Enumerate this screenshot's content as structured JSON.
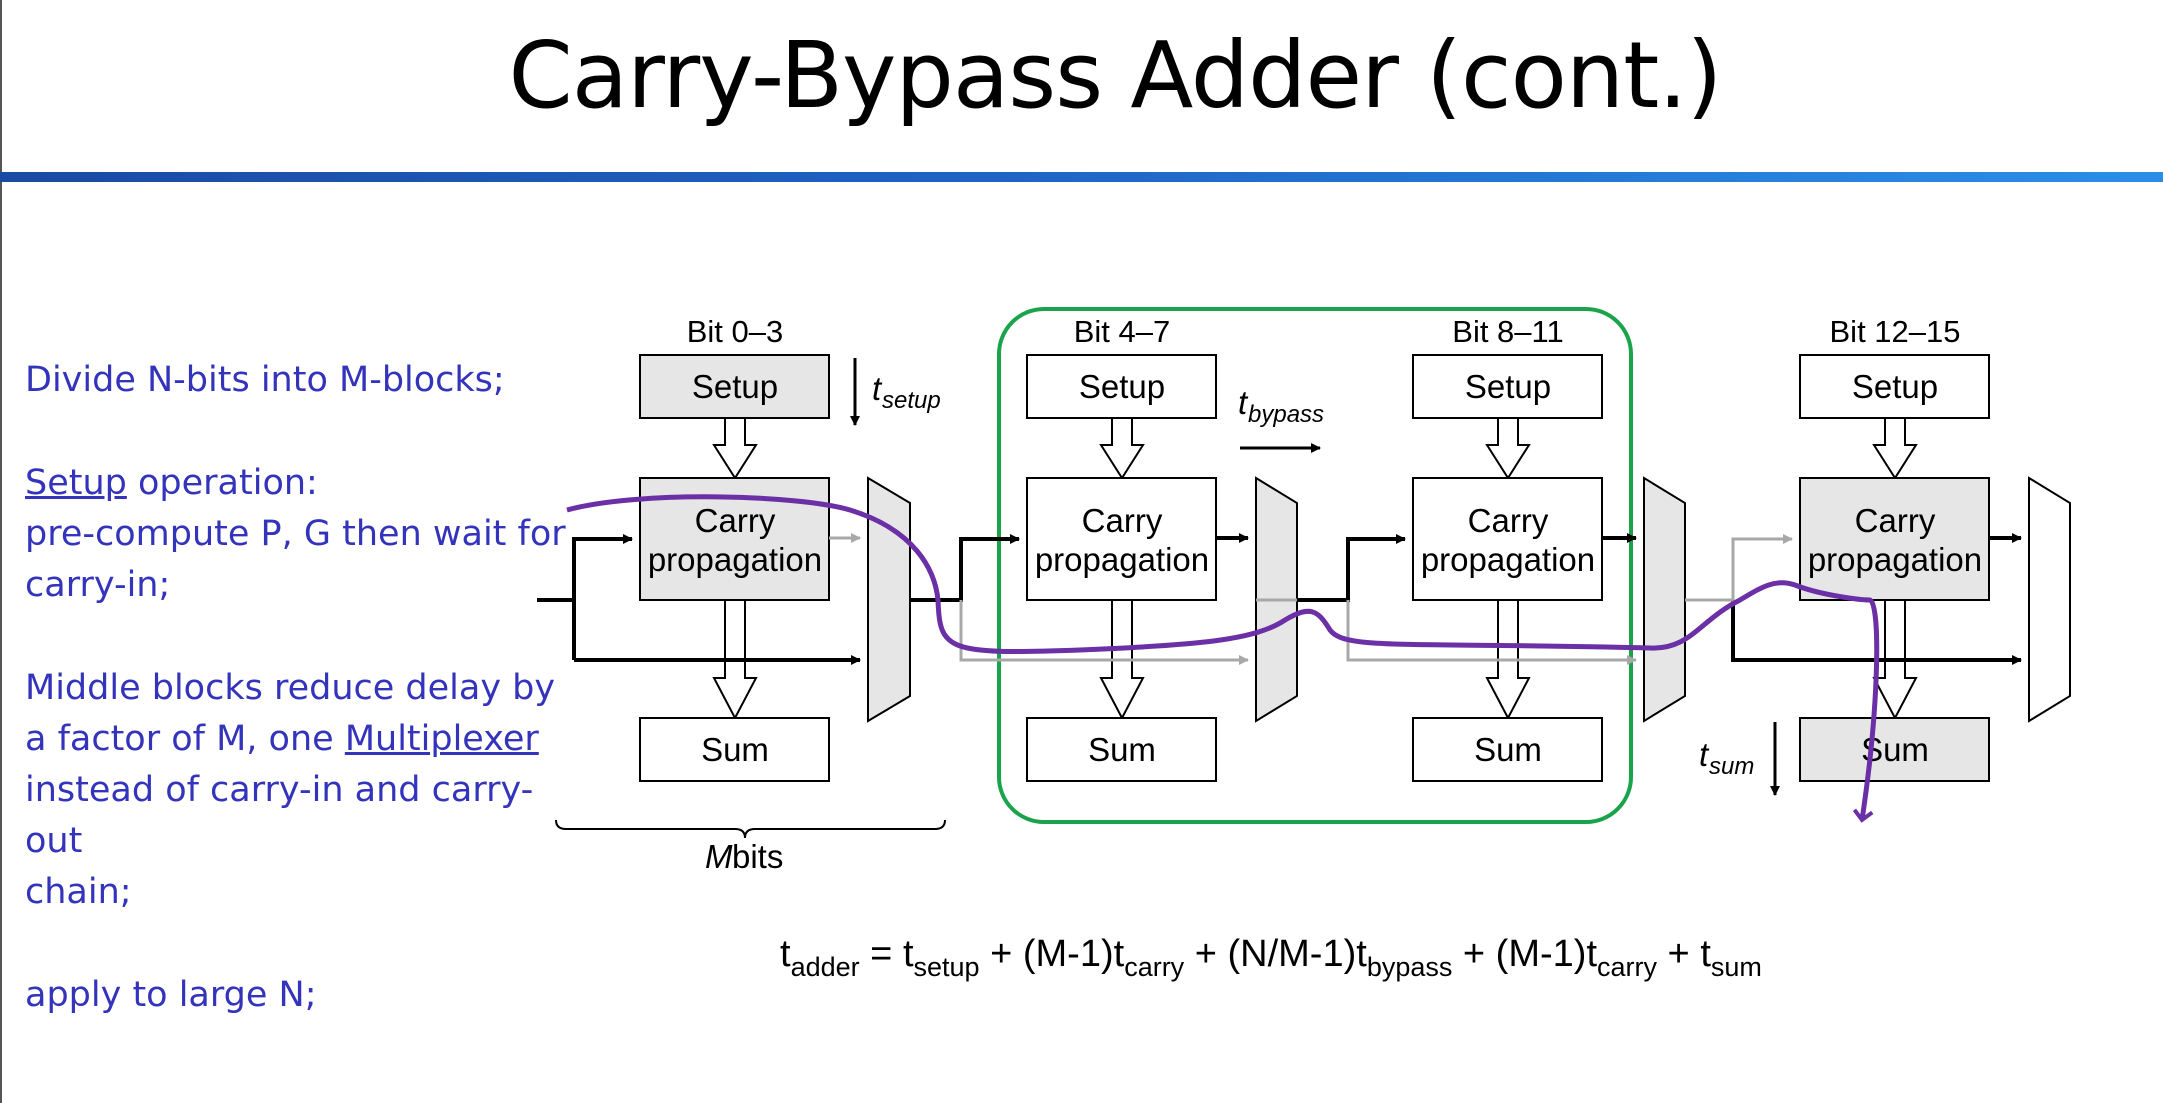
{
  "title": "Carry-Bypass Adder (cont.)",
  "bullets": {
    "b1": "Divide N-bits into M-blocks;",
    "b2_underlined": "Setup",
    "b2_rest": " operation:",
    "b3": "pre-compute P, G then wait for",
    "b4": "carry-in;",
    "b5": "Middle blocks reduce delay by",
    "b6_pre": "a factor of M, one ",
    "b6_underlined": "Multiplexer",
    "b7": "instead of carry-in and carry-out",
    "b8": "chain;",
    "b9": "apply to large N;"
  },
  "diagram": {
    "block_headers": [
      "Bit 0–3",
      "Bit 4–7",
      "Bit 8–11",
      "Bit 12–15"
    ],
    "setup_label": "Setup",
    "carry_label_line1": "Carry",
    "carry_label_line2": "propagation",
    "sum_label": "Sum",
    "t_setup": {
      "t": "t",
      "sub": "setup"
    },
    "t_bypass": {
      "t": "t",
      "sub": "bypass"
    },
    "t_sum": {
      "t": "t",
      "sub": "sum"
    },
    "m_bits": {
      "m": "M",
      "rest": " bits"
    },
    "colors": {
      "shaded_block": "#e6e6e6",
      "critical_path": "#6b2fa6",
      "bypass_group": "#1aa34a",
      "gray_wire": "#a8a8a8"
    }
  },
  "formula": {
    "t_adder": "t",
    "s_adder": "adder",
    "eq": " = ",
    "t_setup": "t",
    "s_setup": "setup",
    "p1": " + (M-1)",
    "t_carry1": "t",
    "s_carry1": "carry",
    "p2": " + (N/M-1)",
    "t_bypass": "t",
    "s_bypass": "bypass",
    "p3": " + (M-1)",
    "t_carry2": "t",
    "s_carry2": "carry",
    "p4": " + ",
    "t_sum": "t",
    "s_sum": "sum"
  }
}
